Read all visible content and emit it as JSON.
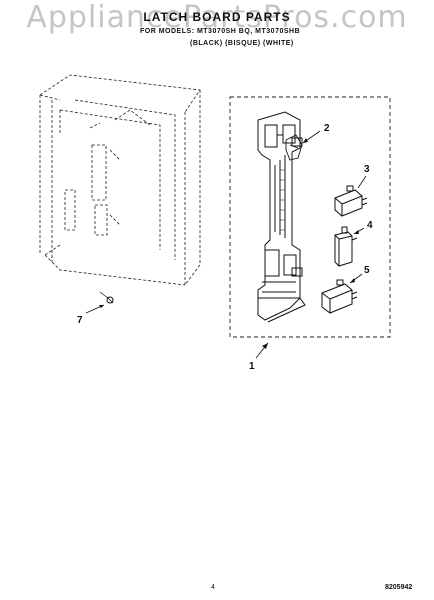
{
  "watermark": "AppliancePartsPros.com",
  "header": {
    "title": "LATCH BOARD PARTS",
    "models": "FOR MODELS: MT3070SH BQ, MT3070SHB",
    "color": "(BLACK)   (BISQUE)   (WHITE)"
  },
  "callouts": {
    "c1": "1",
    "c2": "2",
    "c3": "3",
    "c4": "4",
    "c5": "5",
    "c7": "7"
  },
  "footer": {
    "page_number": "4",
    "doc_code": "8205942"
  },
  "colors": {
    "ink": "#111111",
    "watermark": "#969696"
  }
}
